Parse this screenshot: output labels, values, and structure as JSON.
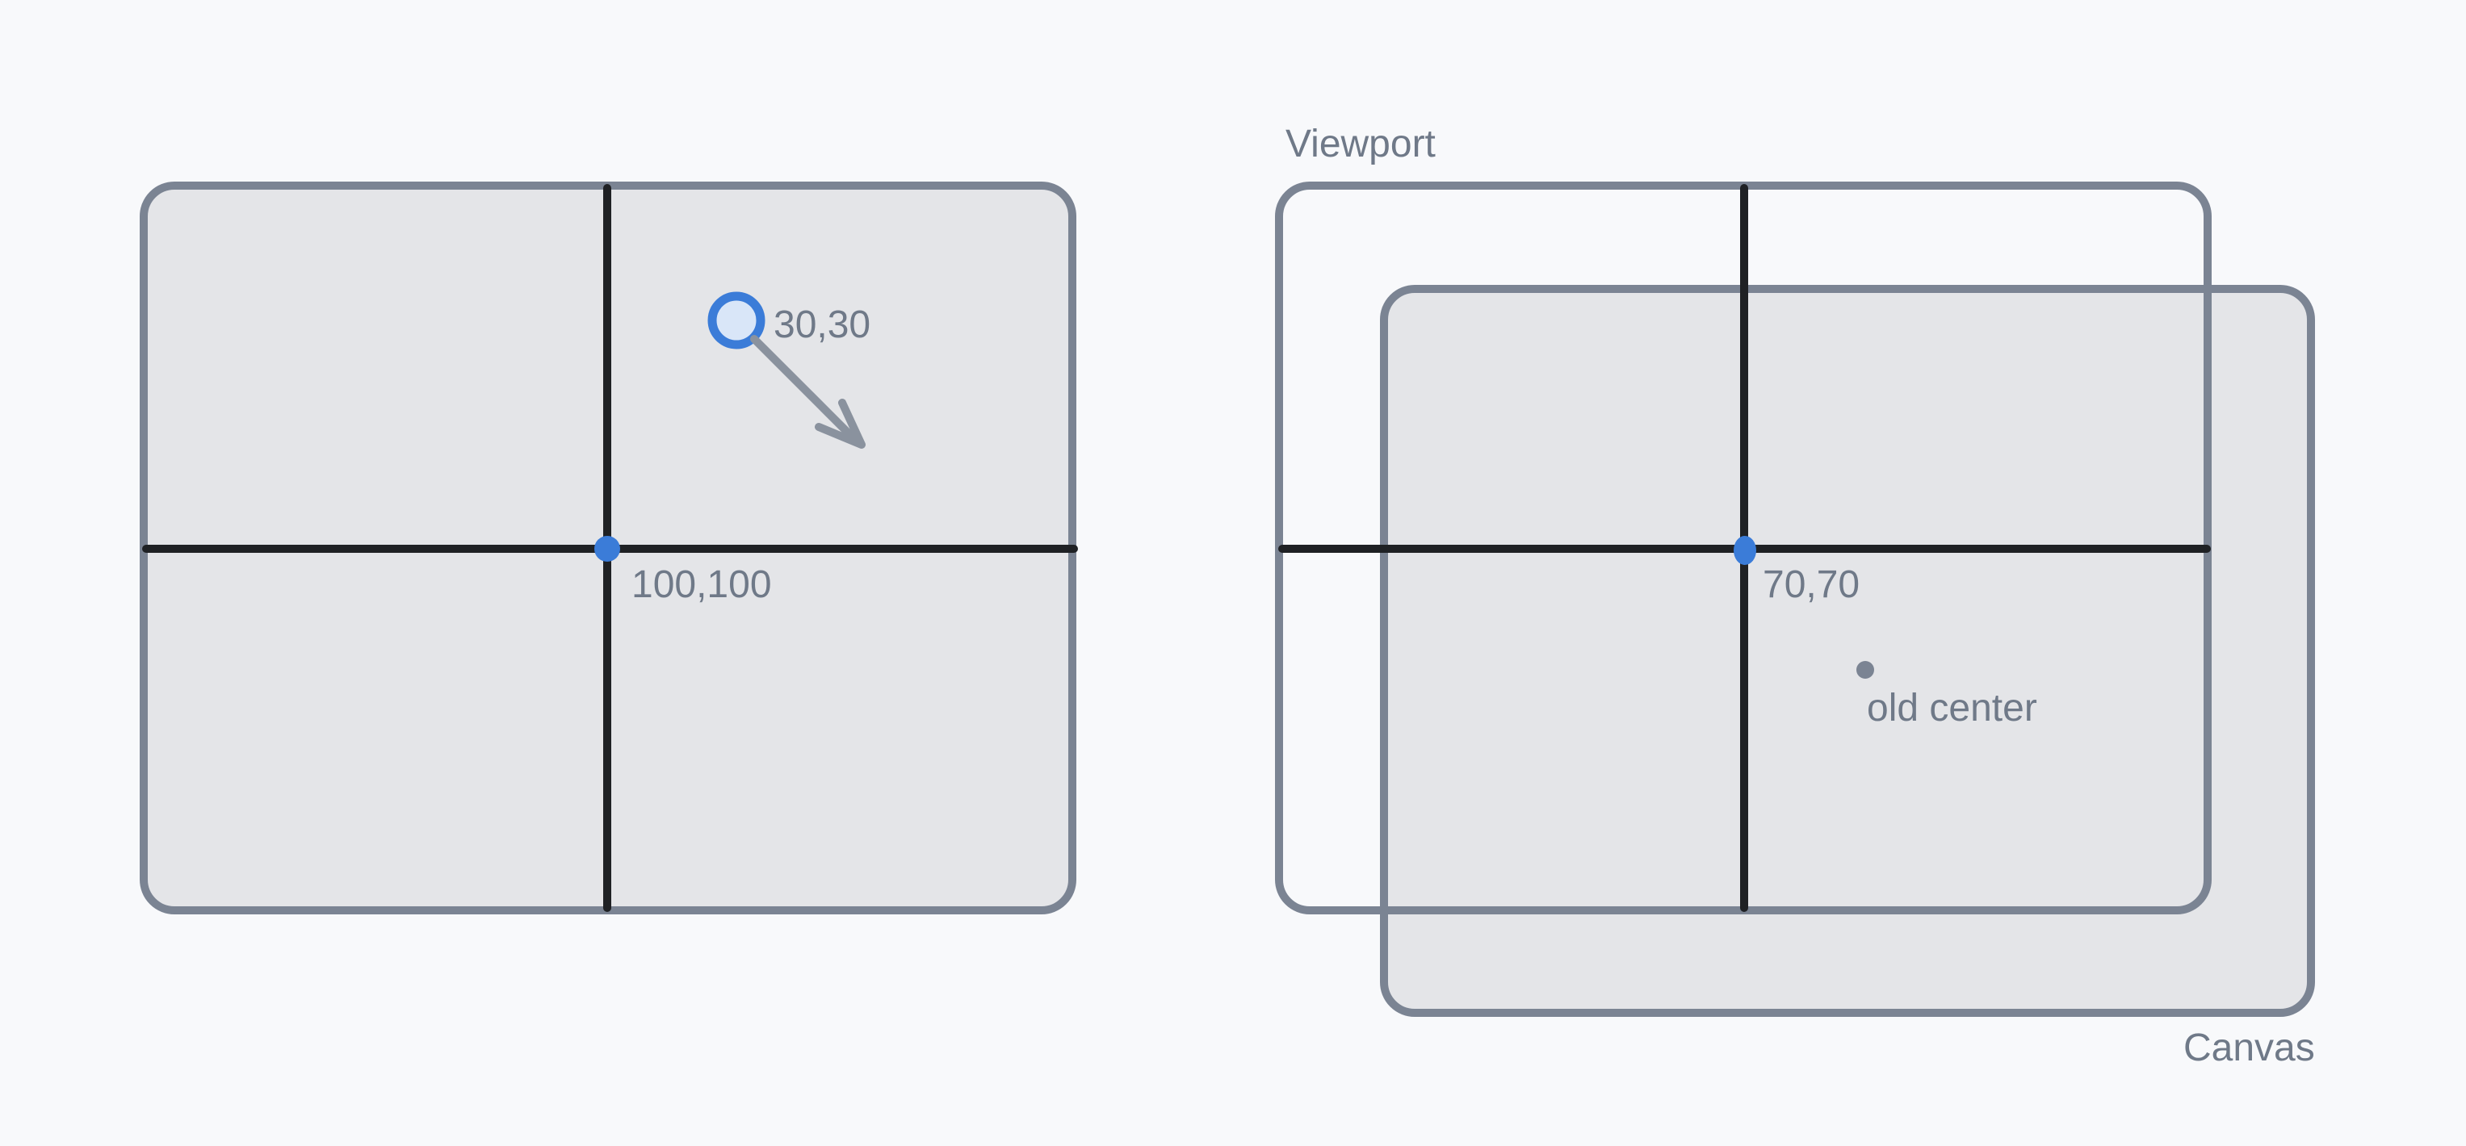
{
  "colors": {
    "background": "#f8f9fb",
    "shape-fill": "#e4e5e8",
    "shape-stroke": "#7b8493",
    "crosshair": "#1f2124",
    "accent-blue": "#3b7cd8",
    "accent-blue-light": "#d9e6f8",
    "label-grey": "#6f7988",
    "arrow-grey": "#8a929e"
  },
  "left_panel": {
    "center_label": "100,100",
    "point_label": "30,30"
  },
  "right_panel": {
    "viewport_label": "Viewport",
    "canvas_label": "Canvas",
    "center_label": "70,70",
    "old_center_label": "old center"
  }
}
